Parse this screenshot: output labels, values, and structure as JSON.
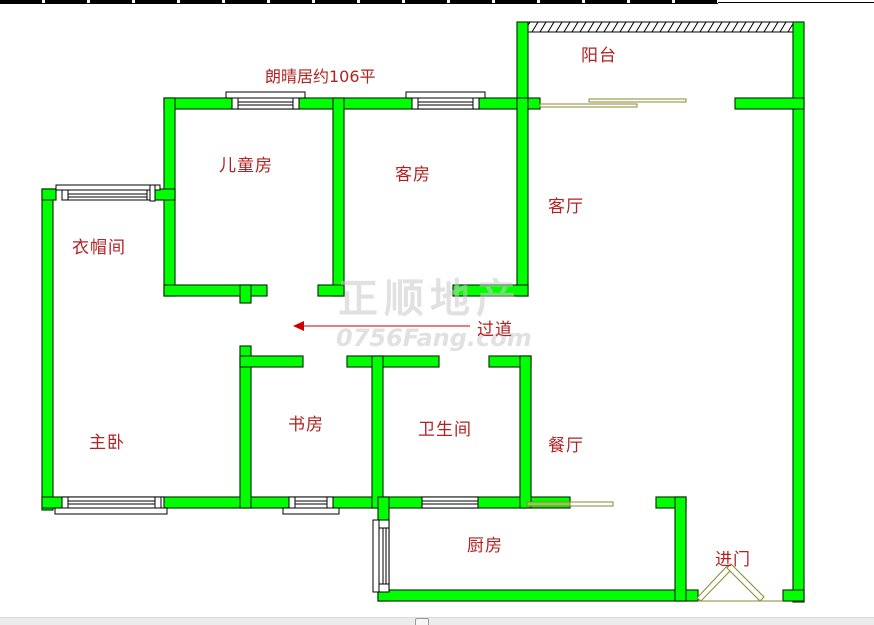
{
  "plan": {
    "title": "朗晴居约106平",
    "colors": {
      "wall": "#00ff00",
      "label": "#b22222",
      "door": "#8a8a30"
    },
    "rooms": {
      "balcony": "阳台",
      "children_room": "儿童房",
      "guest_room": "客房",
      "living_room": "客厅",
      "cloakroom": "衣帽间",
      "corridor": "过道",
      "master_bedroom": "主卧",
      "study": "书房",
      "bathroom": "卫生间",
      "dining_room": "餐厅",
      "kitchen": "厨房",
      "entrance": "进门"
    },
    "watermark": {
      "brand": "正顺地产",
      "site": "0756Fang.com"
    }
  }
}
